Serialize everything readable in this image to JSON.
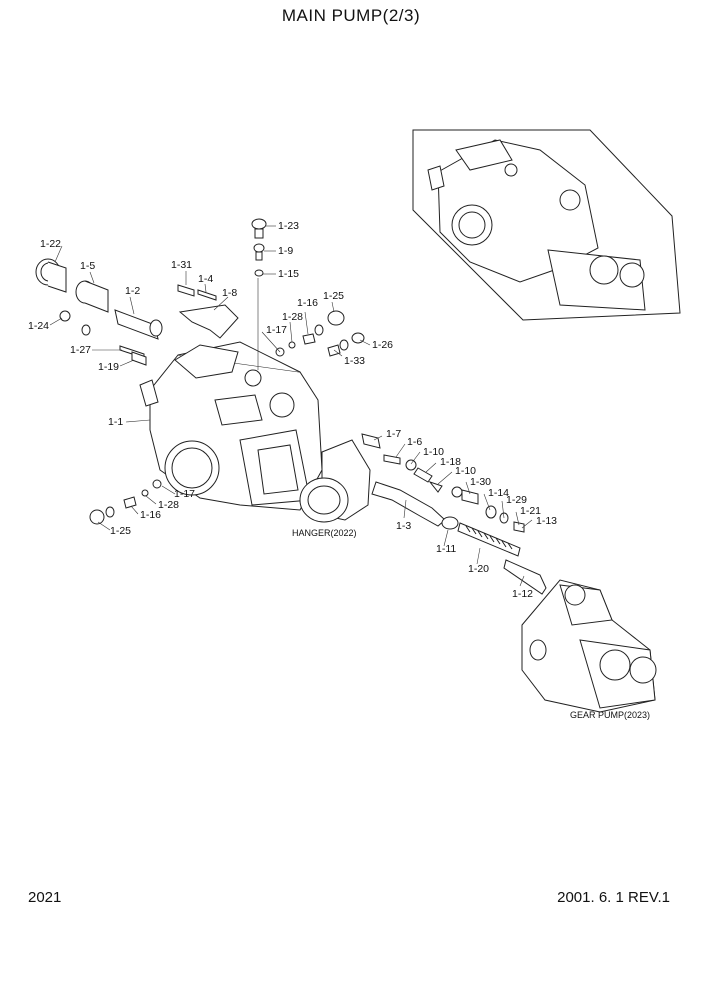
{
  "title": "MAIN PUMP(2/3)",
  "page_number": "2021",
  "revision": "2001. 6. 1 REV.1",
  "captions": {
    "hanger": "HANGER(2022)",
    "gear_pump": "GEAR PUMP(2023)"
  },
  "part_labels": [
    {
      "id": "1-22",
      "text": "1-22"
    },
    {
      "id": "1-5",
      "text": "1-5"
    },
    {
      "id": "1-2",
      "text": "1-2"
    },
    {
      "id": "1-24",
      "text": "1-24"
    },
    {
      "id": "1-27",
      "text": "1-27"
    },
    {
      "id": "1-19",
      "text": "1-19"
    },
    {
      "id": "1-31",
      "text": "1-31"
    },
    {
      "id": "1-4",
      "text": "1-4"
    },
    {
      "id": "1-8",
      "text": "1-8"
    },
    {
      "id": "1-23",
      "text": "1-23"
    },
    {
      "id": "1-9",
      "text": "1-9"
    },
    {
      "id": "1-15",
      "text": "1-15"
    },
    {
      "id": "1-17a",
      "text": "1-17"
    },
    {
      "id": "1-28a",
      "text": "1-28"
    },
    {
      "id": "1-16a",
      "text": "1-16"
    },
    {
      "id": "1-25a",
      "text": "1-25"
    },
    {
      "id": "1-26",
      "text": "1-26"
    },
    {
      "id": "1-33",
      "text": "1-33"
    },
    {
      "id": "1-1",
      "text": "1-1"
    },
    {
      "id": "1-7",
      "text": "1-7"
    },
    {
      "id": "1-6",
      "text": "1-6"
    },
    {
      "id": "1-10a",
      "text": "1-10"
    },
    {
      "id": "1-18",
      "text": "1-18"
    },
    {
      "id": "1-10b",
      "text": "1-10"
    },
    {
      "id": "1-30",
      "text": "1-30"
    },
    {
      "id": "1-14",
      "text": "1-14"
    },
    {
      "id": "1-29",
      "text": "1-29"
    },
    {
      "id": "1-21",
      "text": "1-21"
    },
    {
      "id": "1-13",
      "text": "1-13"
    },
    {
      "id": "1-17b",
      "text": "1-17"
    },
    {
      "id": "1-28b",
      "text": "1-28"
    },
    {
      "id": "1-16b",
      "text": "1-16"
    },
    {
      "id": "1-25b",
      "text": "1-25"
    },
    {
      "id": "1-3",
      "text": "1-3"
    },
    {
      "id": "1-11",
      "text": "1-11"
    },
    {
      "id": "1-20",
      "text": "1-20"
    },
    {
      "id": "1-12",
      "text": "1-12"
    }
  ]
}
